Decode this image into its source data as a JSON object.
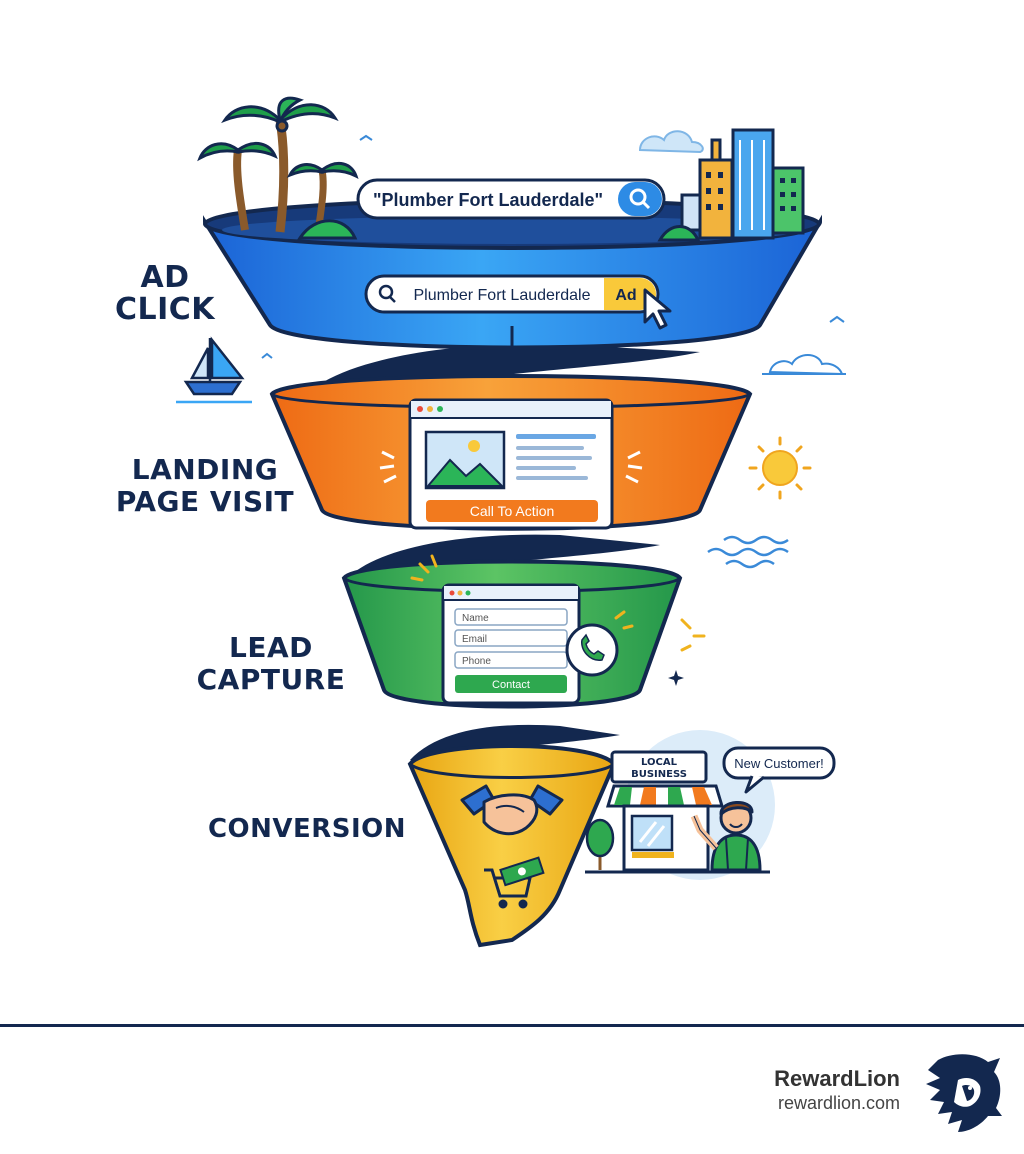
{
  "stages": [
    {
      "id": "ad-click",
      "line1": "AD",
      "line2": "CLICK"
    },
    {
      "id": "landing",
      "line1": "LANDING",
      "line2": "PAGE VISIT"
    },
    {
      "id": "lead",
      "line1": "LEAD",
      "line2": "CAPTURE"
    },
    {
      "id": "conversion",
      "line1": "CONVERSION",
      "line2": ""
    }
  ],
  "search_query": "\"Plumber Fort Lauderdale\"",
  "ad_result": {
    "text": "Plumber Fort Lauderdale",
    "badge": "Ad"
  },
  "landing_page": {
    "cta": "Call To Action"
  },
  "lead_form": {
    "fields": [
      "Name",
      "Email",
      "Phone"
    ],
    "button": "Contact"
  },
  "conversion": {
    "store_sign_line1": "LOCAL",
    "store_sign_line2": "BUSINESS",
    "speech": "New Customer!"
  },
  "brand": {
    "name": "RewardLion",
    "url": "rewardlion.com"
  },
  "colors": {
    "navy": "#13284f",
    "stage1": "#1f7fe0",
    "stage2": "#f07a1c",
    "stage3": "#2ea84f",
    "stage4": "#f0b31e"
  },
  "icons": [
    "palm-tree-icon",
    "city-skyline-icon",
    "search-icon",
    "cursor-icon",
    "sailboat-icon",
    "cloud-icon",
    "sun-icon",
    "waves-icon",
    "phone-icon",
    "handshake-icon",
    "shopping-cart-icon",
    "shop-icon",
    "person-icon",
    "lion-logo-icon"
  ]
}
